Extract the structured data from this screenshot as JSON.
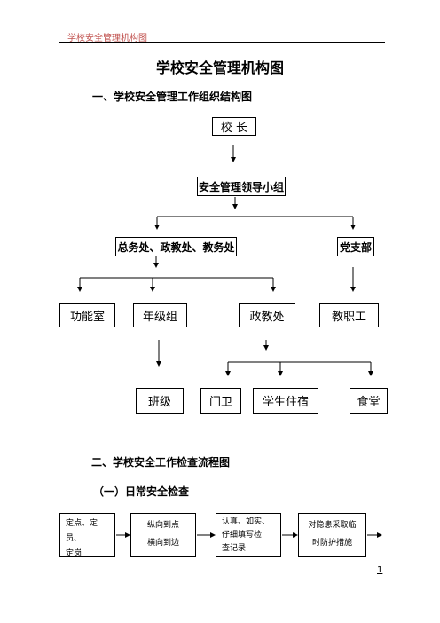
{
  "header": {
    "text": "学校安全管理机构图"
  },
  "title": "学校安全管理机构图",
  "section1": {
    "heading": "一、学校安全管理工作组织结构图"
  },
  "org": {
    "principal": "校 长",
    "leading_group": "安全管理领导小组",
    "offices": "总务处、政教处、教务处",
    "party_branch": "党支部",
    "function_room": "功能室",
    "grade_group": "年级组",
    "political_office": "政教处",
    "staff": "教职工",
    "class": "班级",
    "gate": "门卫",
    "dorm": "学生住宿",
    "canteen": "食堂"
  },
  "section2": {
    "heading": "二、学校安全工作检查流程图"
  },
  "subsection": {
    "heading": "（一）日常安全检查"
  },
  "flow": {
    "box1": {
      "line1": "定点、定员、",
      "line2": "定岗"
    },
    "box2": {
      "line1": "纵向到点",
      "line2": "横向到边"
    },
    "box3": {
      "line1": "认真、如实、",
      "line2": "仔细填写检",
      "line3": "查记录"
    },
    "box4": {
      "line1": "对隐患采取临",
      "line2": "时防护措施"
    }
  },
  "page_number": "1",
  "colors": {
    "header": "#c0504d",
    "line": "#000000"
  }
}
